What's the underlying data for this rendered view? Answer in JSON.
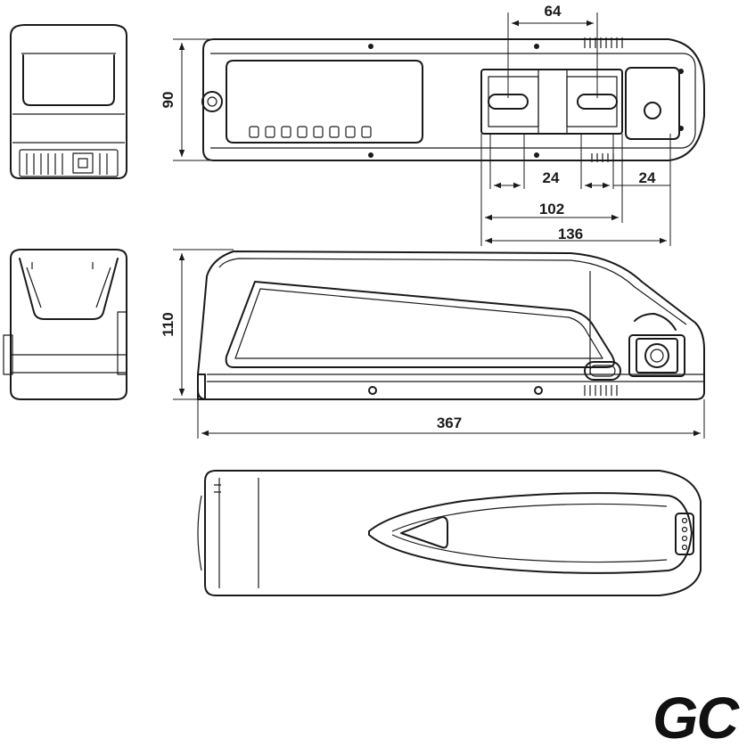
{
  "dimensions": {
    "top_view_width": "64",
    "height_top": "90",
    "slot_left": "24",
    "slot_right": "24",
    "rail_inner": "102",
    "rail_outer": "136",
    "height_side": "110",
    "length": "367"
  },
  "brand": {
    "logo_text": "GC"
  }
}
